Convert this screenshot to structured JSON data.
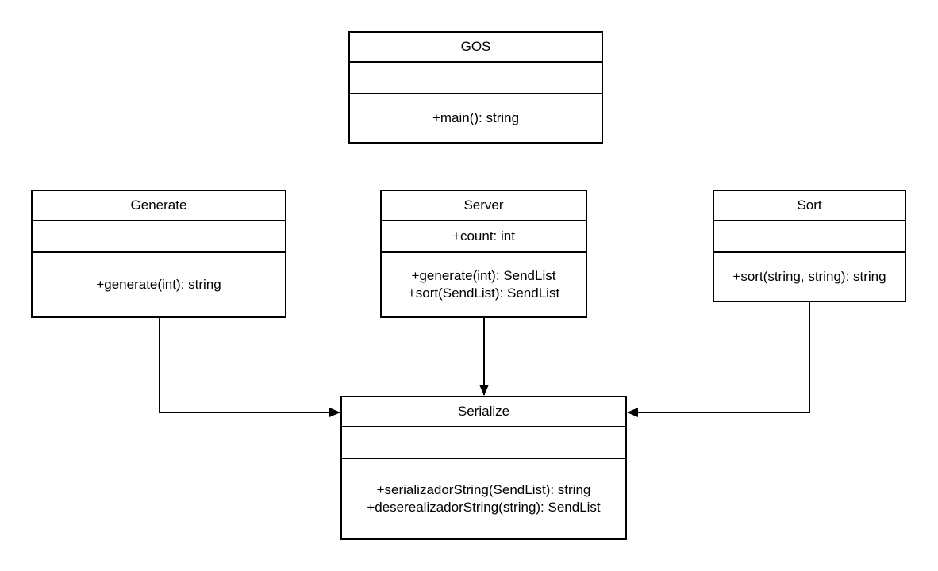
{
  "classes": {
    "gos": {
      "name": "GOS",
      "attributes": [],
      "methods": [
        "+main(): string"
      ]
    },
    "generate": {
      "name": "Generate",
      "attributes": [],
      "methods": [
        "+generate(int): string"
      ]
    },
    "server": {
      "name": "Server",
      "attributes": [
        "+count: int"
      ],
      "methods": [
        "+generate(int): SendList",
        "+sort(SendList): SendList"
      ]
    },
    "sort": {
      "name": "Sort",
      "attributes": [],
      "methods": [
        "+sort(string, string): string"
      ]
    },
    "serialize": {
      "name": "Serialize",
      "attributes": [],
      "methods": [
        "+serializadorString(SendList): string",
        "+deserealizadorString(string): SendList"
      ]
    }
  },
  "connectors": [
    {
      "from": "generate",
      "to": "serialize",
      "arrow": "filled"
    },
    {
      "from": "server",
      "to": "serialize",
      "arrow": "filled"
    },
    {
      "from": "sort",
      "to": "serialize",
      "arrow": "filled"
    }
  ],
  "colors": {
    "stroke": "#000000",
    "background": "#ffffff"
  }
}
